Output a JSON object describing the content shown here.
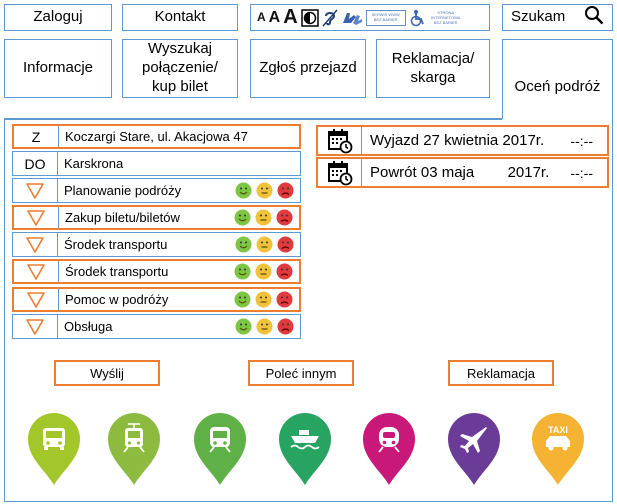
{
  "topbar": {
    "login": "Zaloguj",
    "contact": "Kontakt",
    "font_small": "A",
    "font_medium": "A",
    "font_large": "A",
    "logo1_text": "SERWIS WWW BEZ BARIER",
    "logo2_text": "STRONA INTERNETOWA BEZ BARIER",
    "search": "Szukam"
  },
  "nav": {
    "info": "Informacje",
    "search_line1": "Wyszukaj",
    "search_line2": "połączenie/",
    "search_line3": "kup bilet",
    "report": "Zgłoś przejazd",
    "complaint_line1": "Reklamacja/",
    "complaint_line2": "skarga",
    "rate": "Oceń podróż"
  },
  "route": {
    "from_label": "Z",
    "from_value": "Koczargi Stare, ul. Akacjowa 47",
    "to_label": "DO",
    "to_value": "Karskrona"
  },
  "criteria": [
    {
      "label": "Planowanie  podróży"
    },
    {
      "label": "Zakup biletu/biletów"
    },
    {
      "label": "Środek transportu"
    },
    {
      "label": "Środek transportu"
    },
    {
      "label": "Pomoc w podróży"
    },
    {
      "label": "Obsługa"
    }
  ],
  "dates": {
    "departure": "Wyjazd 27 kwietnia 2017r.",
    "departure_time": "--:--",
    "return_label": "Powrót 03 maja",
    "return_year": "2017r.",
    "return_time": "--:--"
  },
  "actions": {
    "send": "Wyślij",
    "recommend": "Poleć innym",
    "complaint": "Reklamacja"
  },
  "transport": [
    {
      "icon": "bus-icon",
      "color": "#a3c62b"
    },
    {
      "icon": "tram-icon",
      "color": "#8dbb3f"
    },
    {
      "icon": "train-icon",
      "color": "#5fb046"
    },
    {
      "icon": "ferry-icon",
      "color": "#27a462"
    },
    {
      "icon": "metro-icon",
      "color": "#c8197a"
    },
    {
      "icon": "plane-icon",
      "color": "#6a3c97"
    },
    {
      "icon": "taxi-icon",
      "color": "#f6b233",
      "label": "TAXI"
    }
  ],
  "colors": {
    "nav_border": "#5b9bd5",
    "accent_orange": "#ed7d31",
    "face_good": "#7cc644",
    "face_neutral": "#f0c23b",
    "face_bad": "#e0393e"
  }
}
